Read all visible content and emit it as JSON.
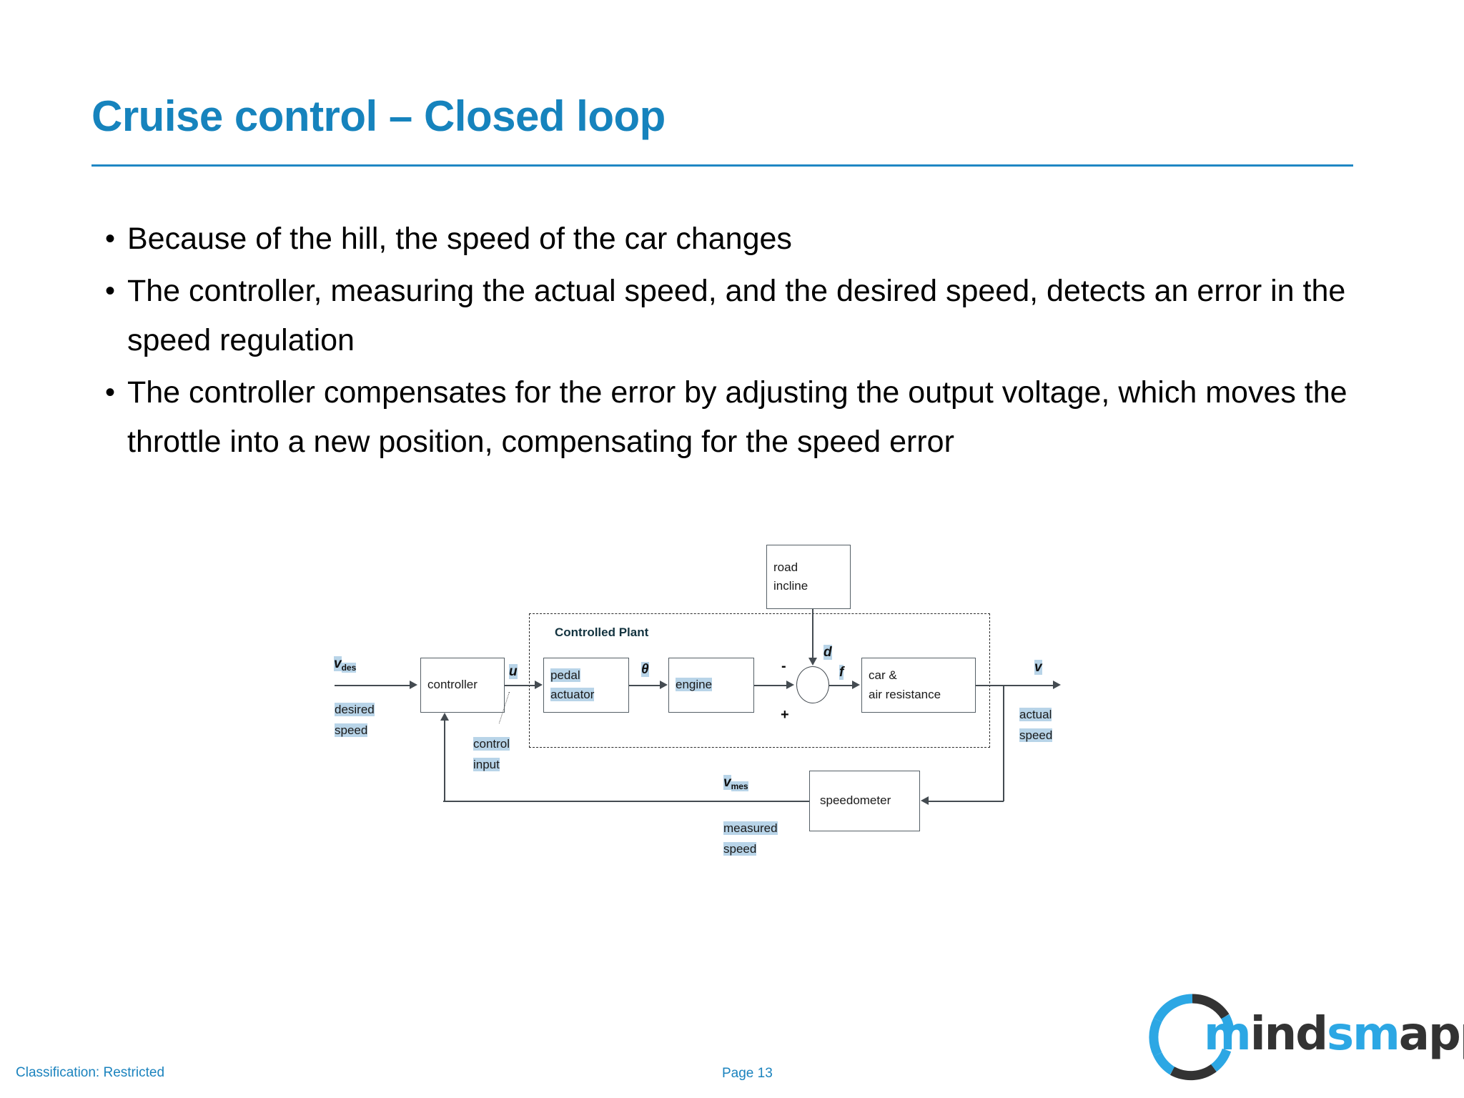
{
  "slide": {
    "title": "Cruise control – Closed loop",
    "accent_color": "#1683bd",
    "rule_color": "#1f87c4"
  },
  "bullets": [
    {
      "marker": "•",
      "text": "Because of the hill, the speed of the car changes"
    },
    {
      "marker": "•",
      "text": "The controller, measuring the actual speed, and the desired speed, detects an error in the speed regulation"
    },
    {
      "marker": "•",
      "text": " The controller compensates for the error by adjusting the output voltage, which moves the throttle into a new position, compensating for the speed error"
    }
  ],
  "diagram": {
    "plant_label": "Controlled Plant",
    "boxes": {
      "road_incline": {
        "line1": "road",
        "line2": "incline"
      },
      "controller": {
        "line1": "controller"
      },
      "pedal_actuator": {
        "line1": "pedal",
        "line2": "actuator"
      },
      "engine": {
        "line1": "engine"
      },
      "car_air": {
        "line1": "car &",
        "line2": "air resistance"
      },
      "speedometer": {
        "line1": "speedometer"
      }
    },
    "signals": {
      "v_des_symbol": "v",
      "v_des_subscript": "des",
      "v_des_caption_1": "desired",
      "v_des_caption_2": "speed",
      "u_symbol": "u",
      "u_caption_1": "control",
      "u_caption_2": "input",
      "theta_symbol": "θ",
      "d_symbol": "d",
      "f_symbol": "f",
      "v_symbol": "v",
      "v_caption_1": "actual",
      "v_caption_2": "speed",
      "v_mes_symbol": "v",
      "v_mes_subscript": "mes",
      "v_mes_caption_1": "measured",
      "v_mes_caption_2": "speed",
      "sum_minus": "-",
      "sum_plus": "+"
    }
  },
  "footer": {
    "classification": "Classification: Restricted",
    "page": "Page 13",
    "color": "#1b83be"
  },
  "logo": {
    "word_part_1": "m",
    "word_part_2": "ind",
    "word_part_3": "sm",
    "word_part_4": "apped",
    "blue": "#2ca7e4",
    "dark": "#333333"
  }
}
